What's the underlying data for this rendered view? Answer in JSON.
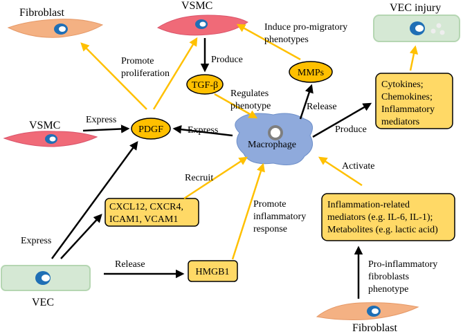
{
  "cells": {
    "fibroblast_top": "Fibroblast",
    "vsmc_top": "VSMC",
    "vsmc_left": "VSMC",
    "vec_injury": "VEC injury",
    "vec": "VEC",
    "fibroblast_bottom": "Fibroblast",
    "macrophage": "Macrophage"
  },
  "nodes": {
    "tgf": "TGF-β",
    "pdgf": "PDGF",
    "mmps": "MMPs",
    "cytokines": [
      "Cytokines;",
      "Chemokines;",
      "Inflammatory",
      "mediators"
    ],
    "cxcl": [
      "CXCL12, CXCR4,",
      "ICAM1, VCAM1"
    ],
    "hmgb1": "HMGB1",
    "inflammation": [
      "Inflammation-related",
      "mediators (e.g. IL-6, IL-1);",
      "Metabolites (e.g. lactic acid)"
    ]
  },
  "labels": {
    "promote_proliferation": [
      "Promote",
      "proliferation"
    ],
    "produce_tgf": "Produce",
    "induce_mmps": [
      "Induce pro-migratory",
      "phenotypes"
    ],
    "regulates": [
      "Regulates",
      "phenotype"
    ],
    "release_mmps": "Release",
    "produce_cytokines": "Produce",
    "express_vsmc": "Express",
    "express_pdgf": "Express",
    "recruit": "Recruit",
    "activate": "Activate",
    "express_vec": "Express",
    "promote_inflammatory": [
      "Promote",
      "inflammatory",
      "response"
    ],
    "release_hmgb1": "Release",
    "pro_inflammatory": [
      "Pro-inflammatory",
      "fibroblasts",
      "phenotype"
    ]
  },
  "colors": {
    "box_fill": "#ffd966",
    "oval_fill": "#ffc000",
    "orange_arrow": "#ffc000",
    "fibroblast": "#f4b183",
    "vsmc": "#f06a78",
    "vec": "#d5e8d4",
    "macrophage": "#8faadc",
    "nucleus": "#1f6fb5"
  }
}
